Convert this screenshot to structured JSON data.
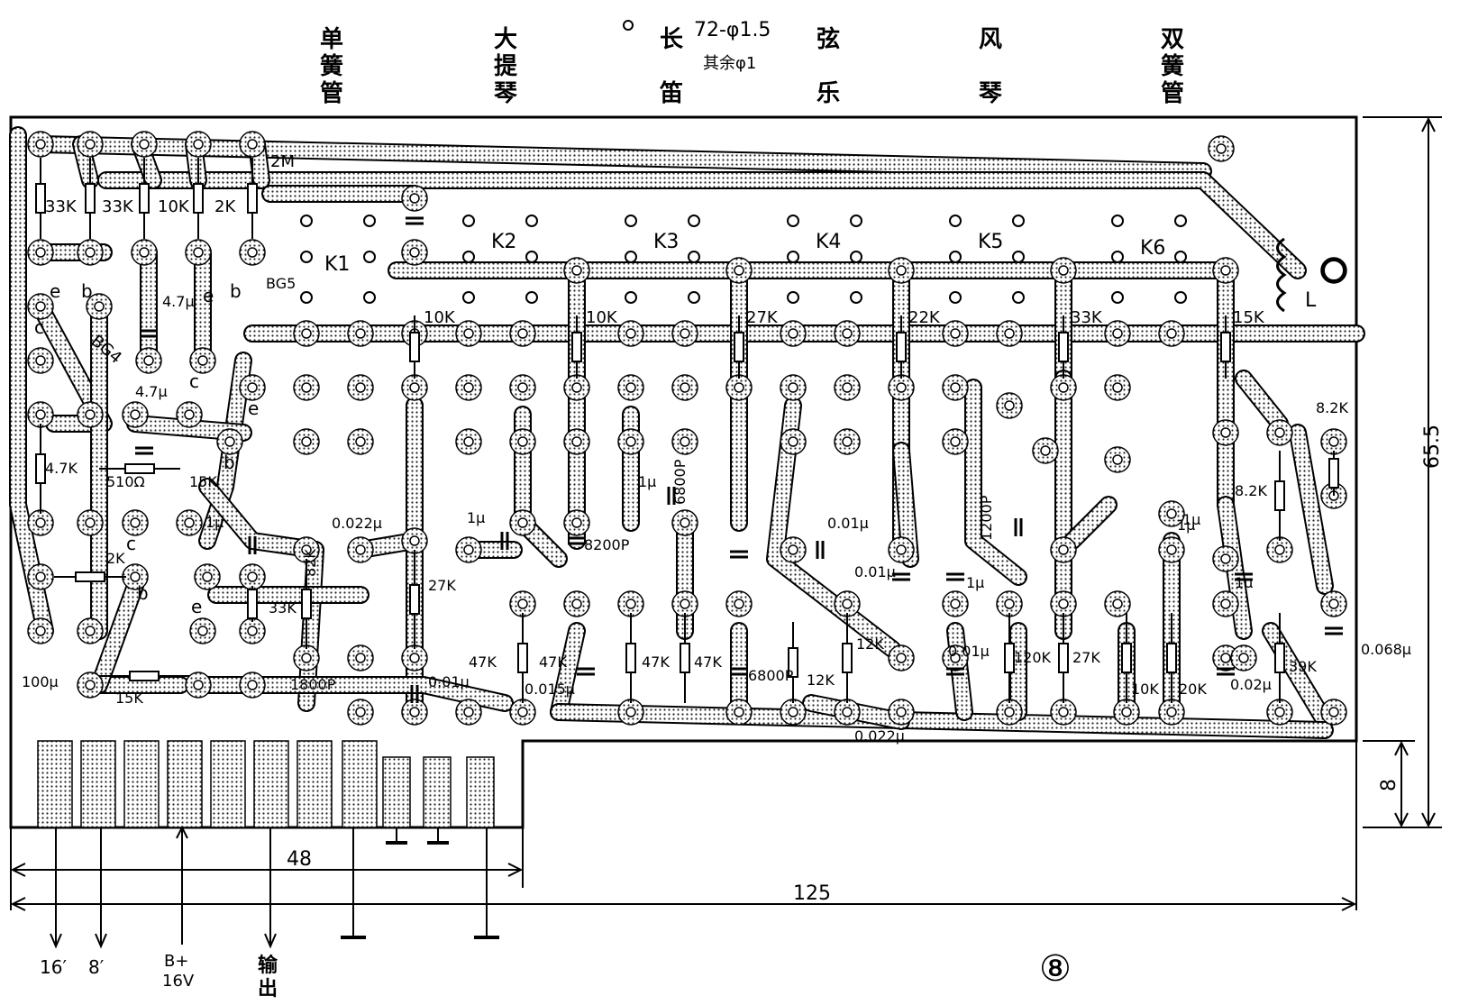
{
  "header": {
    "hole_spec_1": "72-φ1.5",
    "hole_spec_2": "其余φ1",
    "voices": [
      [
        "单",
        "簧",
        "管"
      ],
      [
        "大",
        "提",
        "琴"
      ],
      [
        "长",
        "笛"
      ],
      [
        "弦",
        "乐"
      ],
      [
        "风",
        "琴"
      ],
      [
        "双",
        "簧",
        "管"
      ]
    ]
  },
  "keys": [
    "K1",
    "K2",
    "K3",
    "K4",
    "K5",
    "K6"
  ],
  "transistors": [
    "BG4",
    "BG5"
  ],
  "inductor": "L",
  "top_resistors": [
    "33K",
    "33K",
    "10K",
    "2K",
    "2M"
  ],
  "row_resistors": [
    "10K",
    "10K",
    "27K",
    "22K",
    "33K",
    "15K"
  ],
  "component_labels": [
    {
      "id": "c1",
      "text": "4.7μ"
    },
    {
      "id": "c2",
      "text": "4.7μ"
    },
    {
      "id": "c3",
      "text": "1μ"
    },
    {
      "id": "c4",
      "text": "1μ"
    },
    {
      "id": "c5",
      "text": "0.022μ"
    },
    {
      "id": "c6",
      "text": "1μ"
    },
    {
      "id": "c7",
      "text": "1μ"
    },
    {
      "id": "c8",
      "text": "8200P"
    },
    {
      "id": "c9",
      "text": "6800P"
    },
    {
      "id": "c10",
      "text": "0.01μ"
    },
    {
      "id": "c11",
      "text": "0.01μ"
    },
    {
      "id": "c12",
      "text": "1μ"
    },
    {
      "id": "c13",
      "text": "1200P"
    },
    {
      "id": "c14",
      "text": "1μ"
    },
    {
      "id": "c15",
      "text": "1μ"
    },
    {
      "id": "c16",
      "text": "0.068μ"
    },
    {
      "id": "c17",
      "text": "0.01μ"
    },
    {
      "id": "c18",
      "text": "0.02μ"
    },
    {
      "id": "c19",
      "text": "0.01μ"
    },
    {
      "id": "c20",
      "text": "0.015μ"
    },
    {
      "id": "c21",
      "text": "6800P"
    },
    {
      "id": "c22",
      "text": "1800P"
    },
    {
      "id": "c23",
      "text": "100μ"
    },
    {
      "id": "c24",
      "text": "0.022μ"
    },
    {
      "id": "r1",
      "text": "4.7K"
    },
    {
      "id": "r2",
      "text": "510Ω"
    },
    {
      "id": "r3",
      "text": "15K"
    },
    {
      "id": "r4",
      "text": "2K"
    },
    {
      "id": "r5",
      "text": "15K"
    },
    {
      "id": "r6",
      "text": "33K"
    },
    {
      "id": "r7",
      "text": "82K"
    },
    {
      "id": "r8",
      "text": "27K"
    },
    {
      "id": "r9",
      "text": "47K"
    },
    {
      "id": "r10",
      "text": "47K"
    },
    {
      "id": "r11",
      "text": "47K"
    },
    {
      "id": "r12",
      "text": "47K"
    },
    {
      "id": "r13",
      "text": "12K"
    },
    {
      "id": "r14",
      "text": "12K"
    },
    {
      "id": "r15",
      "text": "120K"
    },
    {
      "id": "r16",
      "text": "27K"
    },
    {
      "id": "r17",
      "text": "10K"
    },
    {
      "id": "r18",
      "text": "20K"
    },
    {
      "id": "r19",
      "text": "39K"
    },
    {
      "id": "r20",
      "text": "8.2K"
    },
    {
      "id": "r21",
      "text": "8.2K"
    }
  ],
  "pin_letters": [
    "e",
    "b",
    "c",
    "e",
    "b",
    "c",
    "e",
    "b",
    "e",
    "b",
    "c"
  ],
  "dimensions": {
    "width_total": "125",
    "width_connector": "48",
    "height_total": "65.5",
    "height_tab": "8"
  },
  "outputs": [
    "16′",
    "8′",
    "B+",
    "16V",
    "输",
    "出"
  ],
  "figure_number": "⑧"
}
